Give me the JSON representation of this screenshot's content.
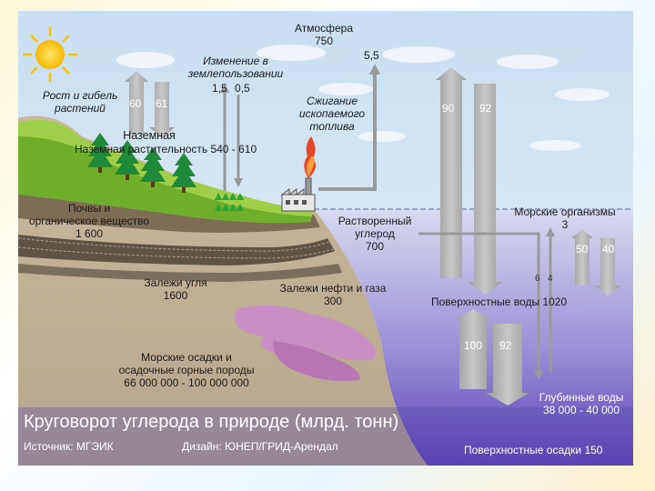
{
  "title": "Круговорот углерода в природе (млрд. тонн)",
  "source": "Источник: МГЭИК",
  "design": "Дизайн: ЮНЕП/ГРИД-Арендал",
  "reservoirs": {
    "atmosphere": {
      "name": "Атмосфера",
      "value": "750"
    },
    "vegetation": {
      "name": "Наземная растительность 540 - 610"
    },
    "soils": {
      "line1": "Почвы и",
      "line2": "органическое вещество",
      "value": "1 600"
    },
    "coal": {
      "name": "Залежи угля",
      "value": "1600"
    },
    "oil_gas": {
      "name": "Залежи нефти и газа",
      "value": "300"
    },
    "marine_sediments": {
      "line1": "Морские осадки и",
      "line2": "осадочные горные породы",
      "value": "66 000 000 - 100 000 000"
    },
    "dissolved_carbon": {
      "line1": "Растворенный",
      "line2": "углерод",
      "value": "700"
    },
    "marine_organisms": {
      "name": "Морские организмы",
      "value": "3"
    },
    "surface_waters": {
      "name": "Поверхностные воды 1020"
    },
    "deep_waters": {
      "name": "Глубинные воды",
      "value": "38 000 - 40 000"
    },
    "surface_sediments": {
      "name": "Поверхностные осадки 150"
    }
  },
  "processes": {
    "plant_growth": {
      "line1": "Рост и гибель",
      "line2": "растений",
      "up": "60",
      "down": "61"
    },
    "land_use": {
      "line1": "Изменение в",
      "line2": "землепользовании",
      "a": "1,5",
      "b": "0,5"
    },
    "fossil_fuel": {
      "line1": "Сжигание",
      "line2": "ископаемого",
      "line3": "топлива",
      "value": "5,5"
    },
    "ocean_exchange": {
      "up": "90",
      "down": "92"
    },
    "marine_bio": {
      "up": "50",
      "down": "40"
    },
    "deep_exchange": {
      "up": "100",
      "down": "92"
    },
    "dissolved_flux": {
      "value": "6",
      "value2": "4"
    }
  },
  "icon_names": [
    "sun-icon",
    "cloud-icon",
    "tree-icon",
    "seedling-icon",
    "factory-icon",
    "flame-icon"
  ]
}
